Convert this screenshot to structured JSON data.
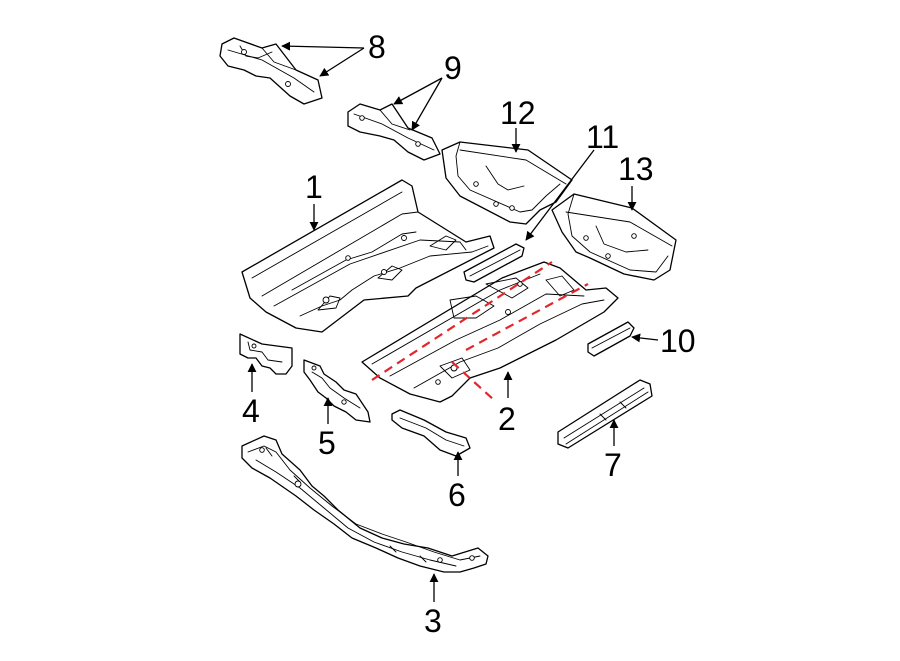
{
  "callouts": {
    "c1": "1",
    "c2": "2",
    "c3": "3",
    "c4": "4",
    "c5": "5",
    "c6": "6",
    "c7": "7",
    "c8": "8",
    "c9": "9",
    "c10": "10",
    "c11": "11",
    "c12": "12",
    "c13": "13"
  },
  "colors": {
    "line": "#000000",
    "background": "#ffffff",
    "cut_line": "#e3262b"
  }
}
